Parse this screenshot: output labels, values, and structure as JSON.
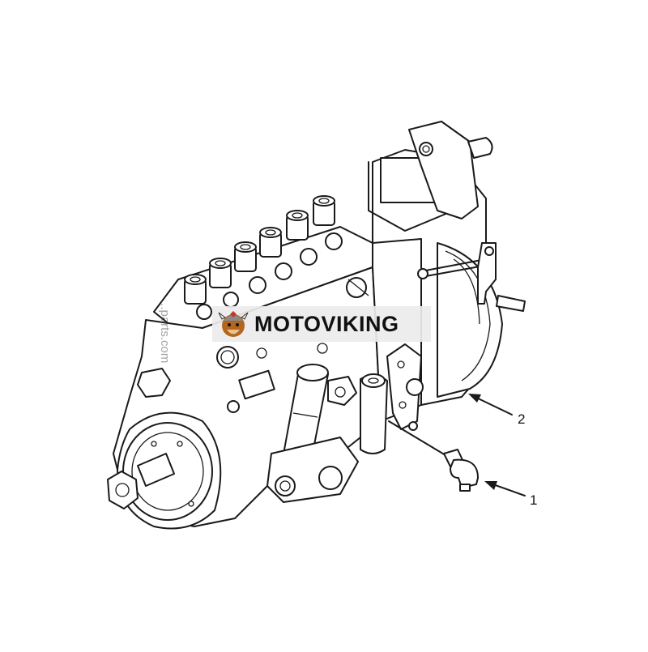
{
  "watermark": {
    "brand": "MOTOVIKING",
    "side_text": "...parts.com"
  },
  "callouts": [
    {
      "label": "1"
    },
    {
      "label": "2"
    }
  ],
  "colors": {
    "line": "#1a1a1a",
    "background": "#ffffff",
    "watermark_bg": "#ebebeb",
    "logo_accent": "#c0392b"
  }
}
